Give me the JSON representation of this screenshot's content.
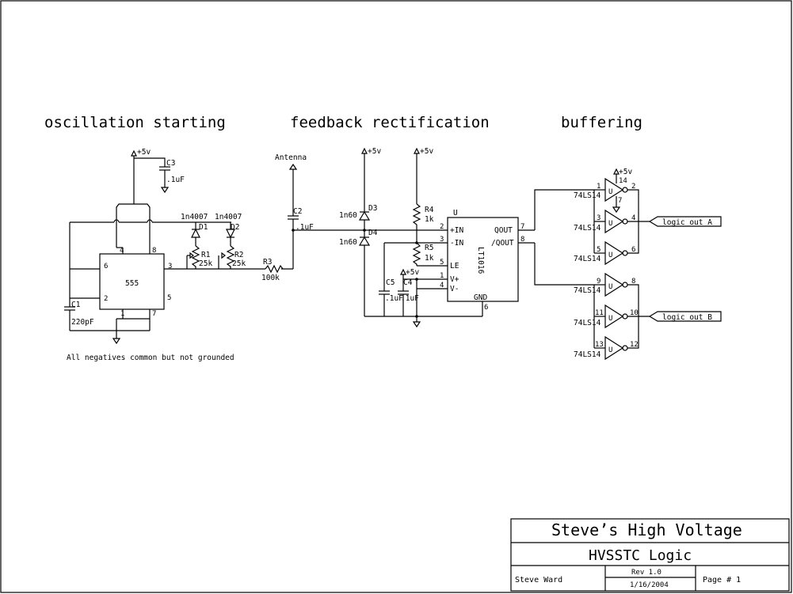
{
  "sections": {
    "oscillation": "oscillation starting",
    "feedback": "feedback rectification",
    "buffering": "buffering"
  },
  "rails": {
    "vcc": "+5v"
  },
  "components": {
    "c3": {
      "ref": "C3",
      "value": ".1uF"
    },
    "c1": {
      "ref": "C1",
      "value": "220pF"
    },
    "ic555": {
      "name": "555",
      "pins": [
        "4",
        "8",
        "6",
        "3",
        "2",
        "5",
        "1",
        "7"
      ]
    },
    "d1": {
      "ref": "D1",
      "part": "1n4007"
    },
    "d2": {
      "ref": "D2",
      "part": "1n4007"
    },
    "r1": {
      "ref": "R1",
      "value": "25k"
    },
    "r2": {
      "ref": "R2",
      "value": "25k"
    },
    "r3": {
      "ref": "R3",
      "value": "100k"
    },
    "antenna": {
      "label": "Antenna"
    },
    "c2": {
      "ref": "C2",
      "value": ".1uF"
    },
    "d3": {
      "ref": "D3",
      "part": "1n60"
    },
    "d4": {
      "ref": "D4",
      "part": "1n60"
    },
    "r4": {
      "ref": "R4",
      "value": "1k"
    },
    "r5": {
      "ref": "R5",
      "value": "1k"
    },
    "c5": {
      "ref": "C5",
      "value": ".1uF"
    },
    "c4": {
      "ref": "C4",
      "value": ".1uF"
    },
    "lt1016": {
      "name": "LT1016",
      "unit": "U",
      "pins": {
        "in_plus": "+IN",
        "in_minus": "-IN",
        "le": "LE",
        "vplus": "V+",
        "vminus": "V-",
        "gnd": "GND",
        "qout": "QOUT",
        "nqout": "/QOUT"
      },
      "pin_numbers": [
        "2",
        "3",
        "5",
        "1",
        "4",
        "6",
        "7",
        "8"
      ]
    },
    "buffers": {
      "part": "74LS14",
      "unit": "U",
      "pins_a": [
        "1",
        "2",
        "3",
        "4",
        "5",
        "6"
      ],
      "pins_b": [
        "9",
        "8",
        "11",
        "10",
        "13",
        "12"
      ],
      "vcc_pin": "14",
      "gnd_pin": "7"
    }
  },
  "outputs": {
    "a": "logic out A",
    "b": "logic out B"
  },
  "note": "All negatives common but not grounded",
  "title_block": {
    "company": "Steve’s High Voltage",
    "title": "HVSSTC Logic",
    "author": "Steve Ward",
    "rev": "Rev 1.0",
    "date": "1/16/2004",
    "page": "Page # 1"
  }
}
